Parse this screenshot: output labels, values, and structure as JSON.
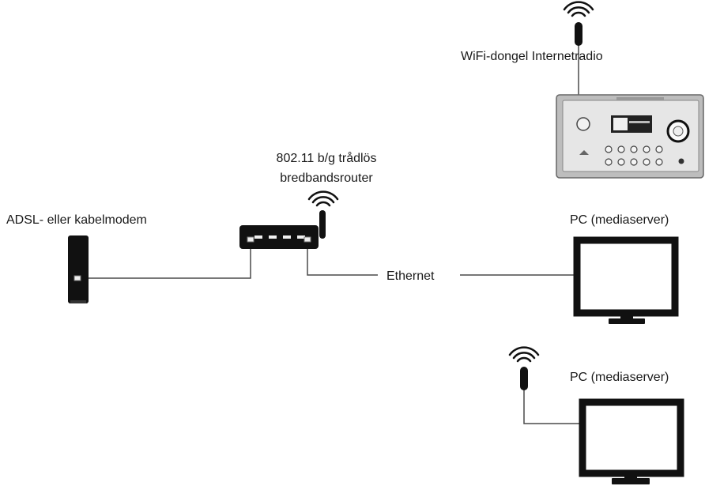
{
  "labels": {
    "wifi_dongle_radio": "WiFi-dongel Internetradio",
    "router_line1": "802.11 b/g trådlös",
    "router_line2": "bredbandsrouter",
    "modem": "ADSL- eller kabelmodem",
    "ethernet": "Ethernet",
    "pc_wired": "PC (mediaserver)",
    "pc_wireless": "PC (mediaserver)"
  },
  "icons": {
    "wifi_signal": "wifi-signal-icon",
    "modem": "modem-icon",
    "router": "router-icon",
    "radio": "internet-radio-icon",
    "monitor": "monitor-icon",
    "dongle": "wifi-dongle-icon"
  },
  "colors": {
    "line": "#4a4a4a",
    "device_dark": "#111111",
    "radio_body": "#c9c9c9",
    "radio_face": "#e4e4e4"
  }
}
